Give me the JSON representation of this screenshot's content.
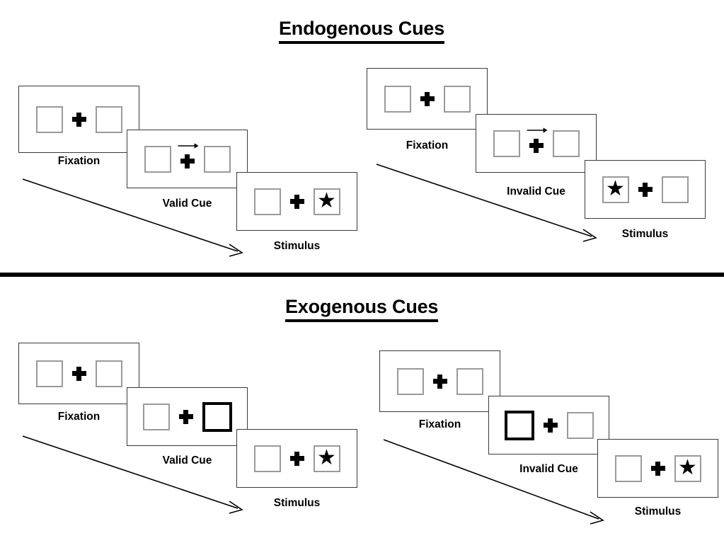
{
  "figure": {
    "title_top": "Endogenous Cues",
    "title_bottom": "Exogenous Cues",
    "background_color": "#ffffff",
    "line_color": "#3a3a3a",
    "box_color": "#9a9a9a",
    "cue_color": "#000000"
  },
  "sections": [
    {
      "id": "endogenous",
      "title": "Endogenous Cues",
      "conditions": [
        {
          "id": "endogenous-valid",
          "panels": [
            {
              "caption": "Fixation",
              "left_box": {
                "cued": false,
                "content": ""
              },
              "right_box": {
                "cued": false,
                "content": ""
              },
              "arrow": "none"
            },
            {
              "caption": "Valid Cue",
              "left_box": {
                "cued": false,
                "content": ""
              },
              "right_box": {
                "cued": false,
                "content": ""
              },
              "arrow": "right"
            },
            {
              "caption": "Stimulus",
              "left_box": {
                "cued": false,
                "content": ""
              },
              "right_box": {
                "cued": false,
                "content": "★"
              },
              "arrow": "none"
            }
          ]
        },
        {
          "id": "endogenous-invalid",
          "panels": [
            {
              "caption": "Fixation",
              "left_box": {
                "cued": false,
                "content": ""
              },
              "right_box": {
                "cued": false,
                "content": ""
              },
              "arrow": "none"
            },
            {
              "caption": "Invalid Cue",
              "left_box": {
                "cued": false,
                "content": ""
              },
              "right_box": {
                "cued": false,
                "content": ""
              },
              "arrow": "right"
            },
            {
              "caption": "Stimulus",
              "left_box": {
                "cued": false,
                "content": "★"
              },
              "right_box": {
                "cued": false,
                "content": ""
              },
              "arrow": "none"
            }
          ]
        }
      ]
    },
    {
      "id": "exogenous",
      "title": "Exogenous Cues",
      "conditions": [
        {
          "id": "exogenous-valid",
          "panels": [
            {
              "caption": "Fixation",
              "left_box": {
                "cued": false,
                "content": ""
              },
              "right_box": {
                "cued": false,
                "content": ""
              },
              "arrow": "none"
            },
            {
              "caption": "Valid Cue",
              "left_box": {
                "cued": false,
                "content": ""
              },
              "right_box": {
                "cued": true,
                "content": ""
              },
              "arrow": "none"
            },
            {
              "caption": "Stimulus",
              "left_box": {
                "cued": false,
                "content": ""
              },
              "right_box": {
                "cued": false,
                "content": "★"
              },
              "arrow": "none"
            }
          ]
        },
        {
          "id": "exogenous-invalid",
          "panels": [
            {
              "caption": "Fixation",
              "left_box": {
                "cued": false,
                "content": ""
              },
              "right_box": {
                "cued": false,
                "content": ""
              },
              "arrow": "none"
            },
            {
              "caption": "Invalid Cue",
              "left_box": {
                "cued": true,
                "content": ""
              },
              "right_box": {
                "cued": false,
                "content": ""
              },
              "arrow": "none"
            },
            {
              "caption": "Stimulus",
              "left_box": {
                "cued": false,
                "content": ""
              },
              "right_box": {
                "cued": false,
                "content": "★"
              },
              "arrow": "none"
            }
          ]
        }
      ]
    }
  ]
}
